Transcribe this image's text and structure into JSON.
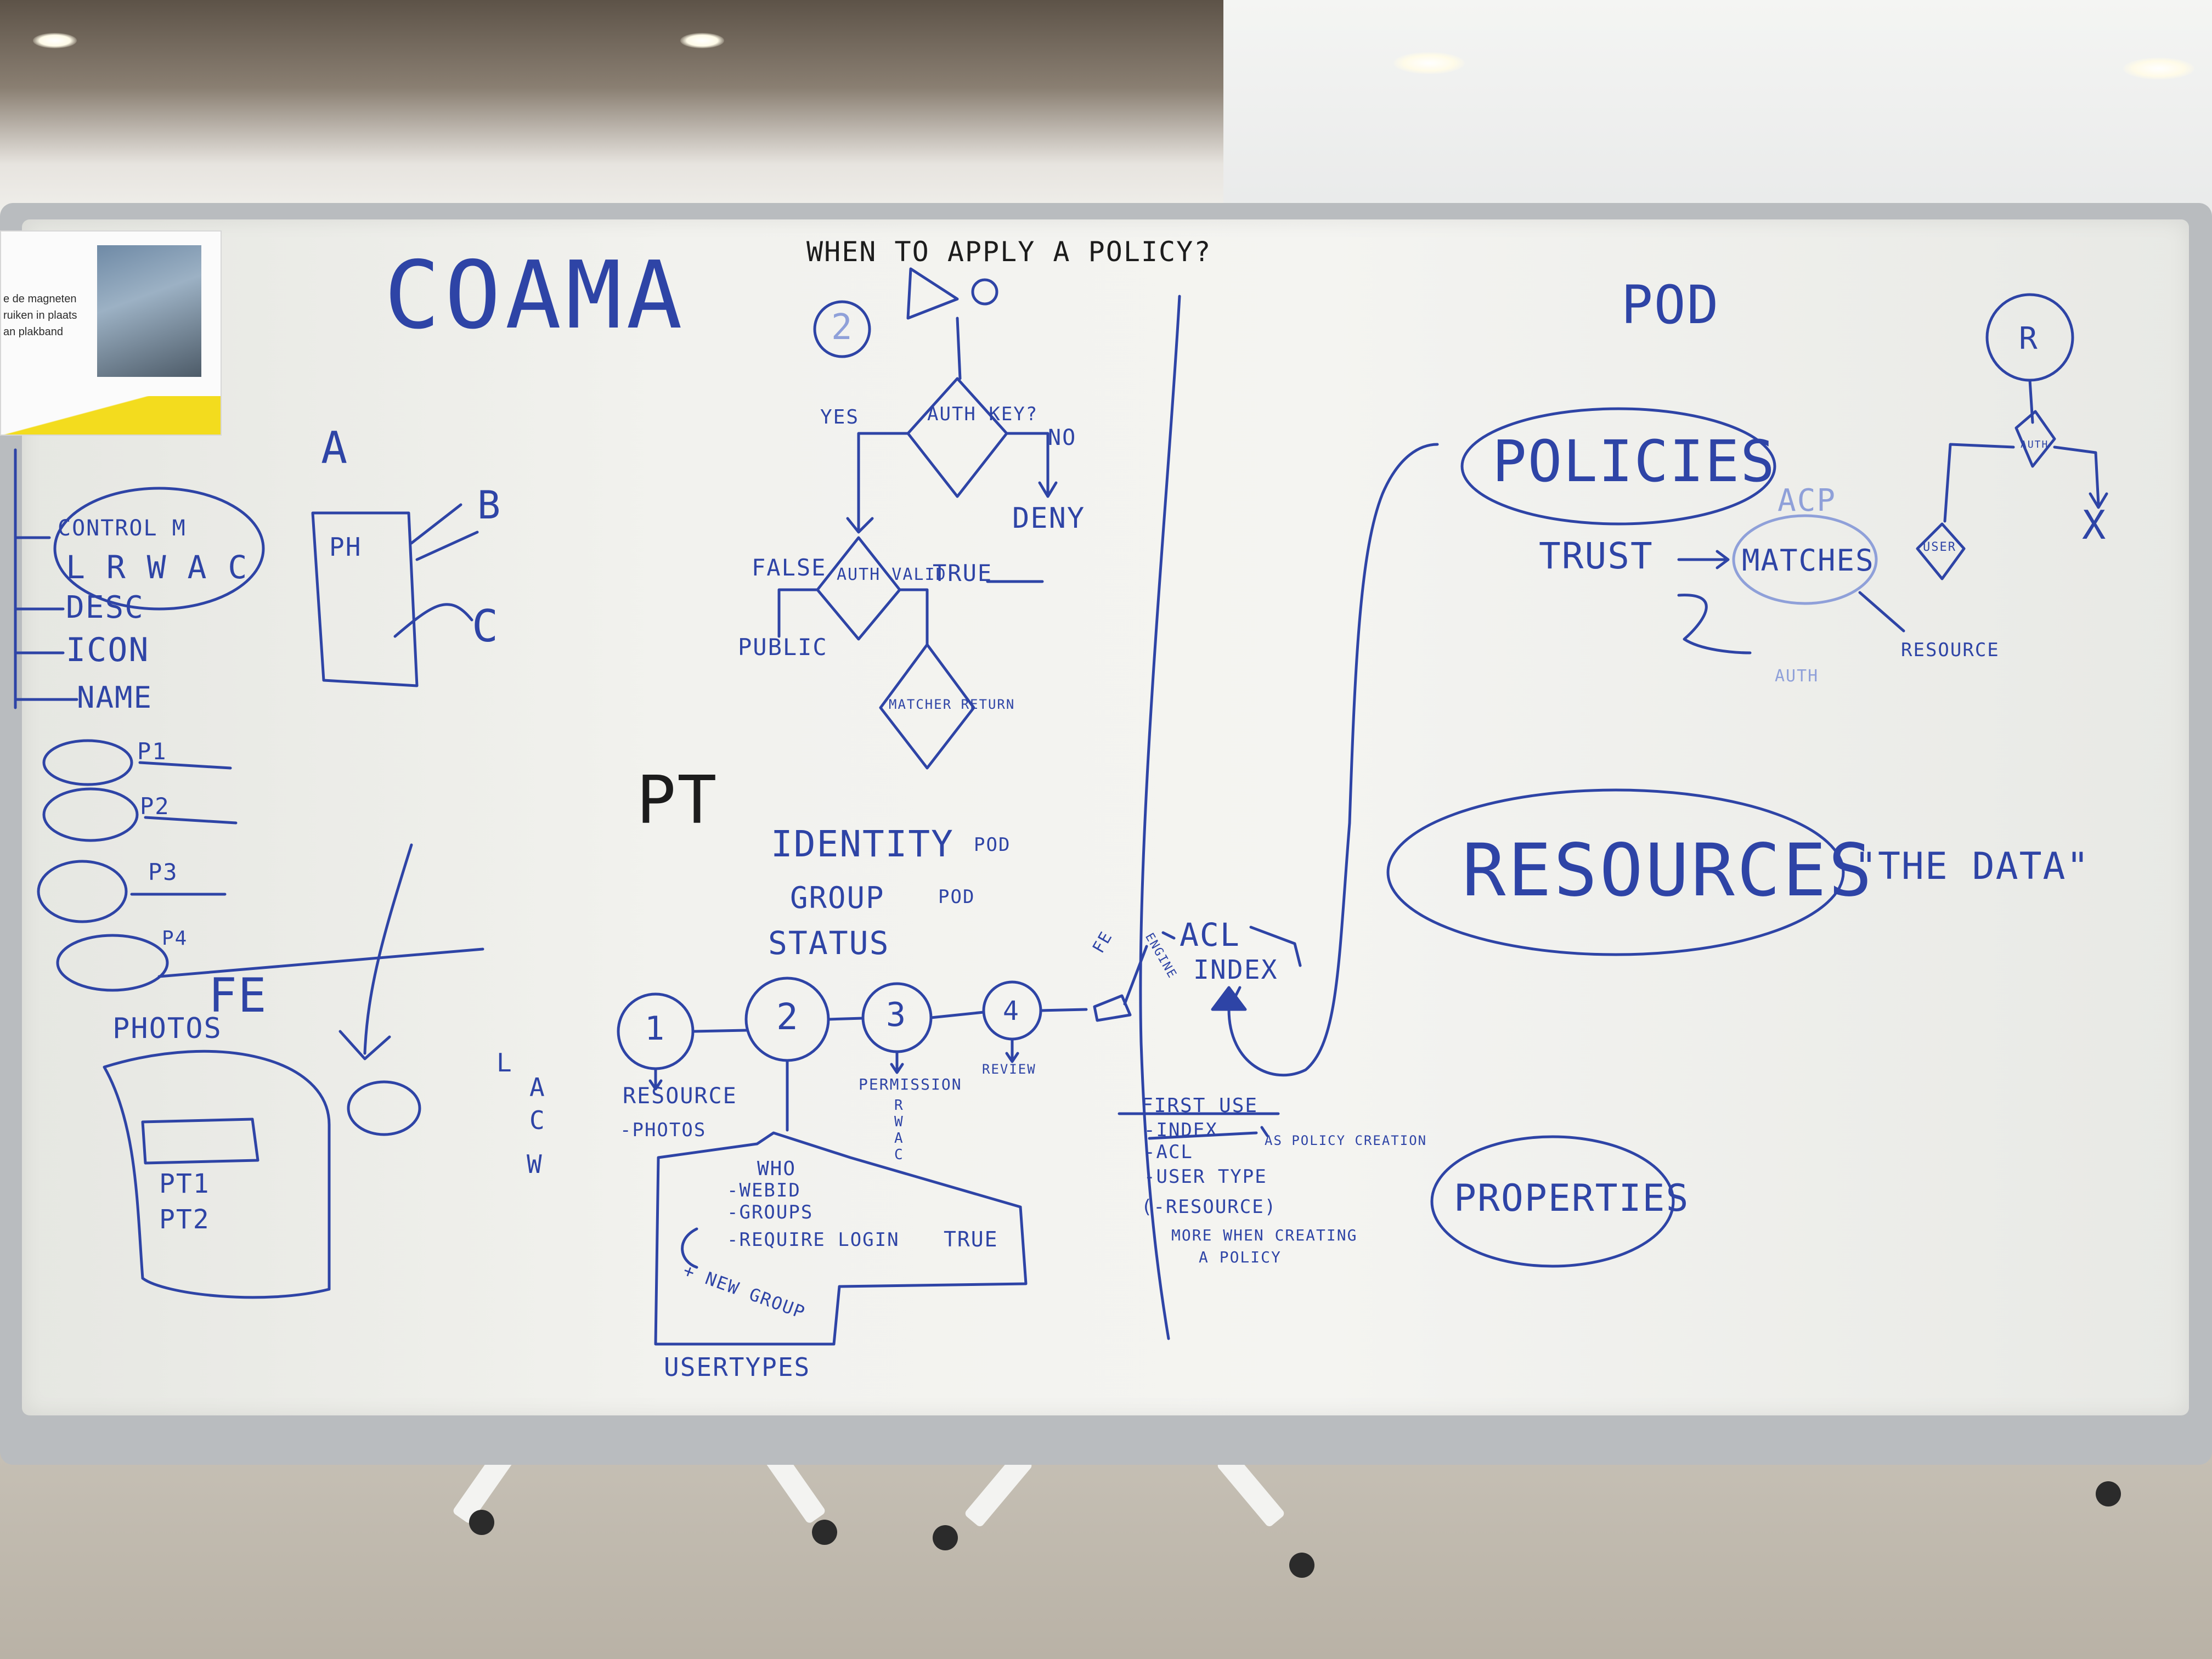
{
  "notice": {
    "line1": "e de magneten",
    "line2": "ruiken in plaats",
    "line3": "an plakband"
  },
  "whiteboard": {
    "left": {
      "title": "COAMA",
      "tree": {
        "control_label": "CONTROL M",
        "control_modes": "L R W A C",
        "desc": "DESC",
        "icon": "ICON",
        "name": "NAME",
        "p1": "P1",
        "p2": "P2",
        "p3": "P3",
        "p4": "P4"
      },
      "a_label": "A",
      "ph_label": "PH",
      "b_label": "B",
      "c_label": "C",
      "fe_label": "FE",
      "photos_label": "PHOTOS",
      "pt1": "PT1",
      "pt2": "PT2",
      "modes": [
        "L",
        "A",
        "C",
        "W"
      ]
    },
    "flow": {
      "title": "WHEN TO APPLY A POLICY?",
      "step_badge": "2",
      "auth_key": "AUTH KEY?",
      "yes": "YES",
      "no": "NO",
      "deny": "DENY",
      "auth_valid": "AUTH VALID",
      "false": "FALSE",
      "true": "TRUE",
      "public": "PUBLIC",
      "matcher_return": "MATCHER RETURN"
    },
    "ptime": {
      "title": "PT",
      "identity": "IDENTITY",
      "identity_arrow": "POD",
      "group": "GROUP",
      "group_arrow": "POD",
      "status": "STATUS",
      "steps": [
        "1",
        "2",
        "3",
        "4"
      ],
      "resource": "RESOURCE",
      "photos": "-PHOTOS",
      "permission": "PERMISSION",
      "perm_letters": [
        "R",
        "W",
        "A",
        "C"
      ],
      "review": "REVIEW",
      "who": "WHO",
      "webid": "-WEBID",
      "groups": "-GROUPS",
      "require_login": "-REQUIRE LOGIN",
      "true": "TRUE",
      "new_group": "+ NEW GROUP",
      "usertypes": "USERTYPES"
    },
    "acl": {
      "fe": "FE",
      "engine": "ENGINE",
      "acl": "ACL",
      "index": "INDEX",
      "first_use": "FIRST USE",
      "items": [
        "-INDEX",
        "-ACL",
        "-USER TYPE",
        "(-RESOURCE)"
      ],
      "acl_note": "AS POLICY CREATION",
      "more_note": "MORE WHEN CREATING",
      "more_note2": "A POLICY"
    },
    "pod": {
      "title": "POD",
      "policies": "POLICIES",
      "acp": "ACP",
      "trust": "TRUST",
      "matches": "MATCHES",
      "auth": "AUTH",
      "resource": "RESOURCE",
      "r_badge": "R",
      "auth_small": "AUTH",
      "user": "USER",
      "x": "X",
      "resources": "RESOURCES",
      "the_data": "\"THE DATA\"",
      "properties": "PROPERTIES"
    }
  }
}
